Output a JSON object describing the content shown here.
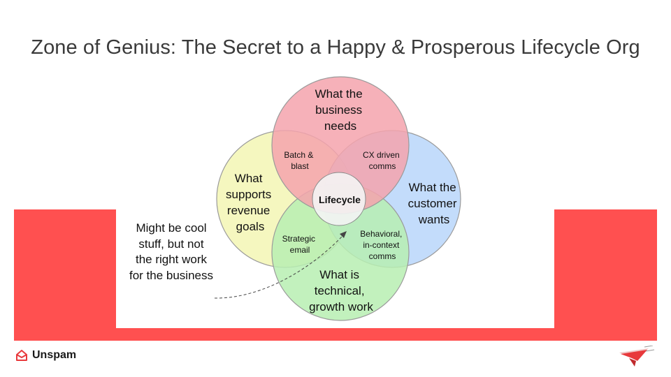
{
  "title": "Zone of Genius: The Secret to a Happy & Prosperous Lifecycle Org",
  "circles": {
    "business": {
      "lines": [
        "What the",
        "business",
        "needs"
      ],
      "color": "#f5a3ad"
    },
    "revenue": {
      "lines": [
        "What",
        "supports",
        "revenue",
        "goals"
      ],
      "color": "#f3f6b4"
    },
    "customer": {
      "lines": [
        "What the",
        "customer",
        "wants"
      ],
      "color": "#b9d6fa"
    },
    "technical": {
      "lines": [
        "What is",
        "technical,",
        "growth work"
      ],
      "color": "#b7efb2"
    }
  },
  "overlaps": {
    "batch": [
      "Batch &",
      "blast"
    ],
    "cx": [
      "CX driven",
      "comms"
    ],
    "strategic": [
      "Strategic",
      "email"
    ],
    "behavioral": [
      "Behavioral,",
      "in-context",
      "comms"
    ],
    "center": "Lifecycle"
  },
  "side_note": [
    "Might be cool",
    "stuff, but not",
    "the right work",
    "for the business"
  ],
  "brand": {
    "name": "Unspam",
    "color": "#e8393c"
  },
  "frame_color": "#ff5050"
}
